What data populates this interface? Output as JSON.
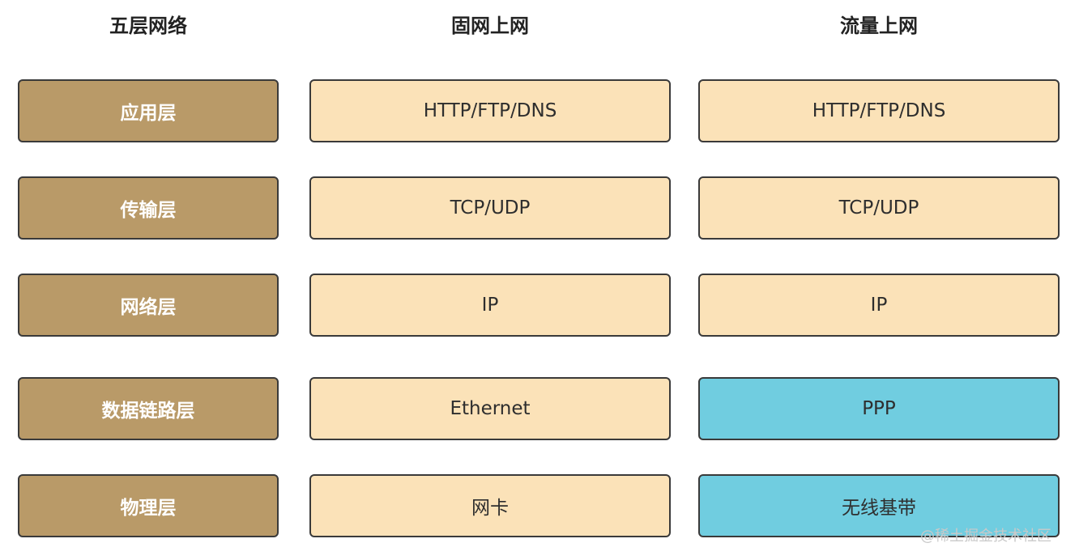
{
  "headers": {
    "layer": "五层网络",
    "fixed": "固网上网",
    "mobile": "流量上网"
  },
  "rows": [
    {
      "layer": "应用层",
      "fixed": "HTTP/FTP/DNS",
      "mobile": "HTTP/FTP/DNS"
    },
    {
      "layer": "传输层",
      "fixed": "TCP/UDP",
      "mobile": "TCP/UDP"
    },
    {
      "layer": "网络层",
      "fixed": "IP",
      "mobile": "IP"
    },
    {
      "layer": "数据链路层",
      "fixed": "Ethernet",
      "mobile": "PPP"
    },
    {
      "layer": "物理层",
      "fixed": "网卡",
      "mobile": "无线基带"
    }
  ],
  "watermark": "@稀土掘金技术社区",
  "colors": {
    "layer_fill": "#b99a68",
    "protocol_fill": "#fbe2b8",
    "highlight_fill": "#70cde0",
    "border": "#3a3a3a"
  }
}
